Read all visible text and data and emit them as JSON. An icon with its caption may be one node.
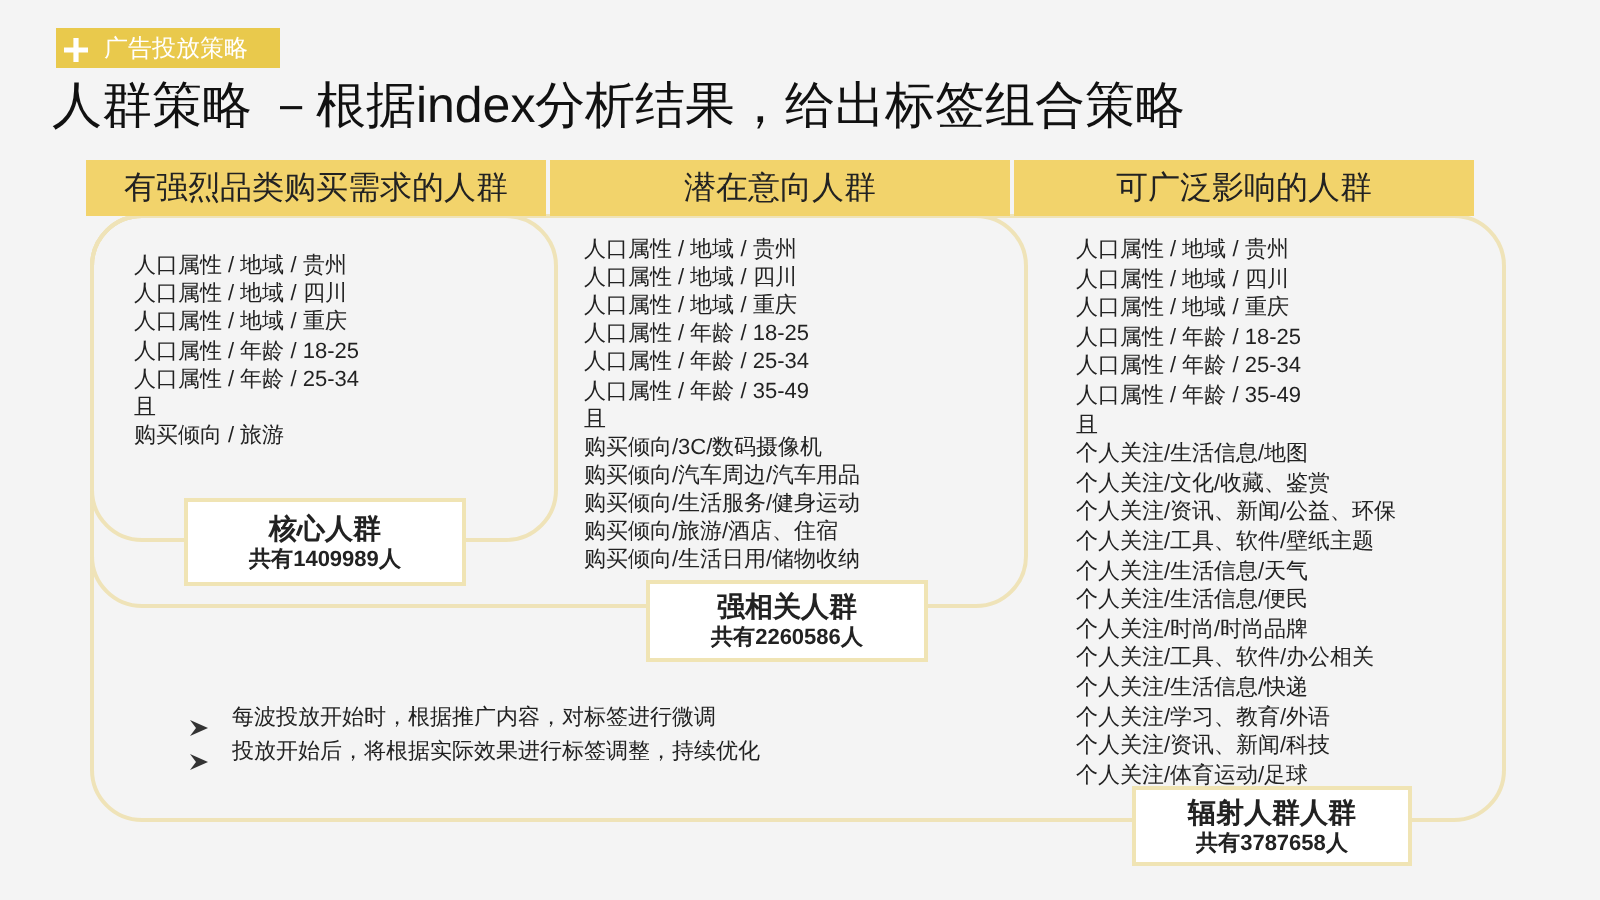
{
  "diagram": {
    "title": "人群策略 －根据index分析结果，给出标签组合策略",
    "nodes": [
      {
        "text": [
          "有强烈品类购买需求的人群"
        ]
      },
      {
        "text": [
          "潜在意向人群"
        ]
      },
      {
        "text": [
          "可广泛影响的人群"
        ]
      },
      {
        "text": [
          "人口属性 / 地域 / 贵州",
          "人口属性 / 地域 / 四川",
          "人口属性 / 地域 / 重庆",
          "人口属性 / 年龄 / 18-25",
          "人口属性 / 年龄 / 25-34",
          "人口属性 / 年龄 / 35-49",
          "且",
          "个人关注/生活信息/地图",
          "个人关注/文化/收藏、鉴赏",
          "个人关注/资讯、新闻/公益、环保",
          "个人关注/工具、软件/壁纸主题",
          "个人关注/生活信息/天气",
          "个人关注/生活信息/便民",
          "个人关注/时尚/时尚品牌",
          "个人关注/工具、软件/办公相关",
          "个人关注/生活信息/快递",
          "个人关注/学习、教育/外语",
          "个人关注/资讯、新闻/科技",
          "个人关注/体育运动/足球"
        ]
      },
      {
        "text": [
          "人口属性 / 地域 / 贵州",
          "人口属性 / 地域 / 四川",
          "人口属性 / 地域 / 重庆",
          "人口属性 / 年龄 / 18-25",
          "人口属性 / 年龄 / 25-34",
          "人口属性 / 年龄 / 35-49",
          "且",
          "购买倾向/3C/数码摄像机",
          "购买倾向/汽车周边/汽车用品",
          "购买倾向/生活服务/健身运动",
          "购买倾向/旅游/酒店、住宿",
          "购买倾向/生活日用/储物收纳"
        ],
        "in": 3
      },
      {
        "text": [
          "人口属性 / 地域 / 贵州",
          "人口属性 / 地域 / 四川",
          "人口属性 / 地域 / 重庆",
          "人口属性 / 年龄 / 18-25",
          "人口属性 / 年龄 / 25-34",
          "且",
          "购买倾向 / 旅游"
        ],
        "in": 4
      },
      {
        "text": [
          "核心人群",
          "共有1409989人"
        ],
        "in": 4
      },
      {
        "text": [
          "强相关人群",
          "共有2260586人"
        ],
        "in": 3
      },
      {
        "text": [
          "辐射人群人群",
          "共有3787658人"
        ]
      }
    ],
    "labels": [
      "广告投放策略",
      "每波投放开始时，根据推广内容，对标签进行微调",
      "投放开始后，将根据实际效果进行标签调整，持续优化"
    ]
  }
}
